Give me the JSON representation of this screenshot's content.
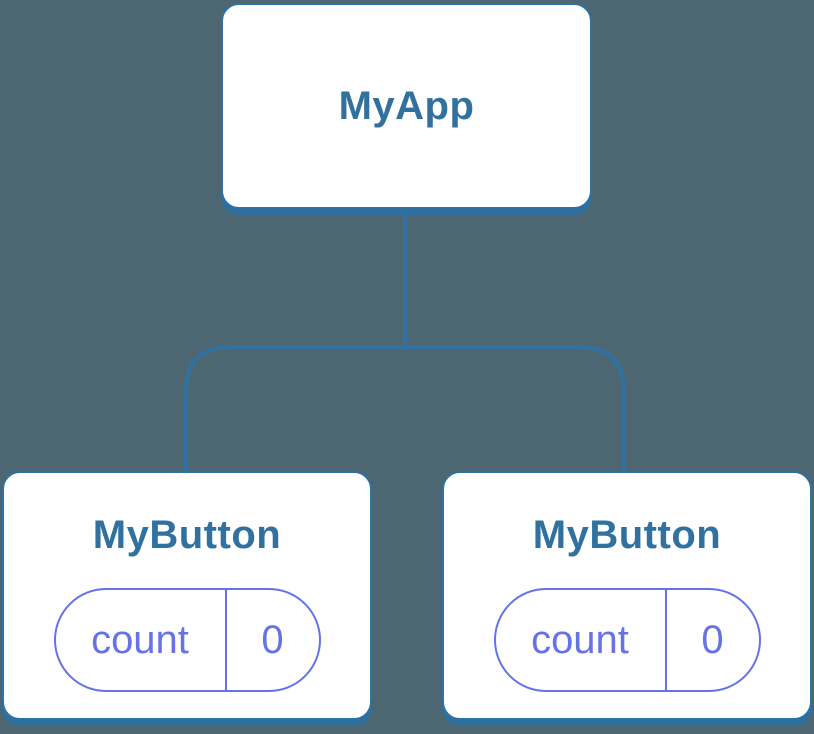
{
  "diagram": {
    "type": "react-component-tree",
    "colors": {
      "background": "#4d6772",
      "node_fill": "#ffffff",
      "node_border": "#2f71a2",
      "node_shadow": "#2e6f9e",
      "connector": "#2f71a2",
      "title_text": "#31719f",
      "state_accent": "#6673e6"
    },
    "root": {
      "label": "MyApp"
    },
    "children": [
      {
        "label": "MyButton",
        "state": {
          "key": "count",
          "value": "0"
        }
      },
      {
        "label": "MyButton",
        "state": {
          "key": "count",
          "value": "0"
        }
      }
    ]
  }
}
